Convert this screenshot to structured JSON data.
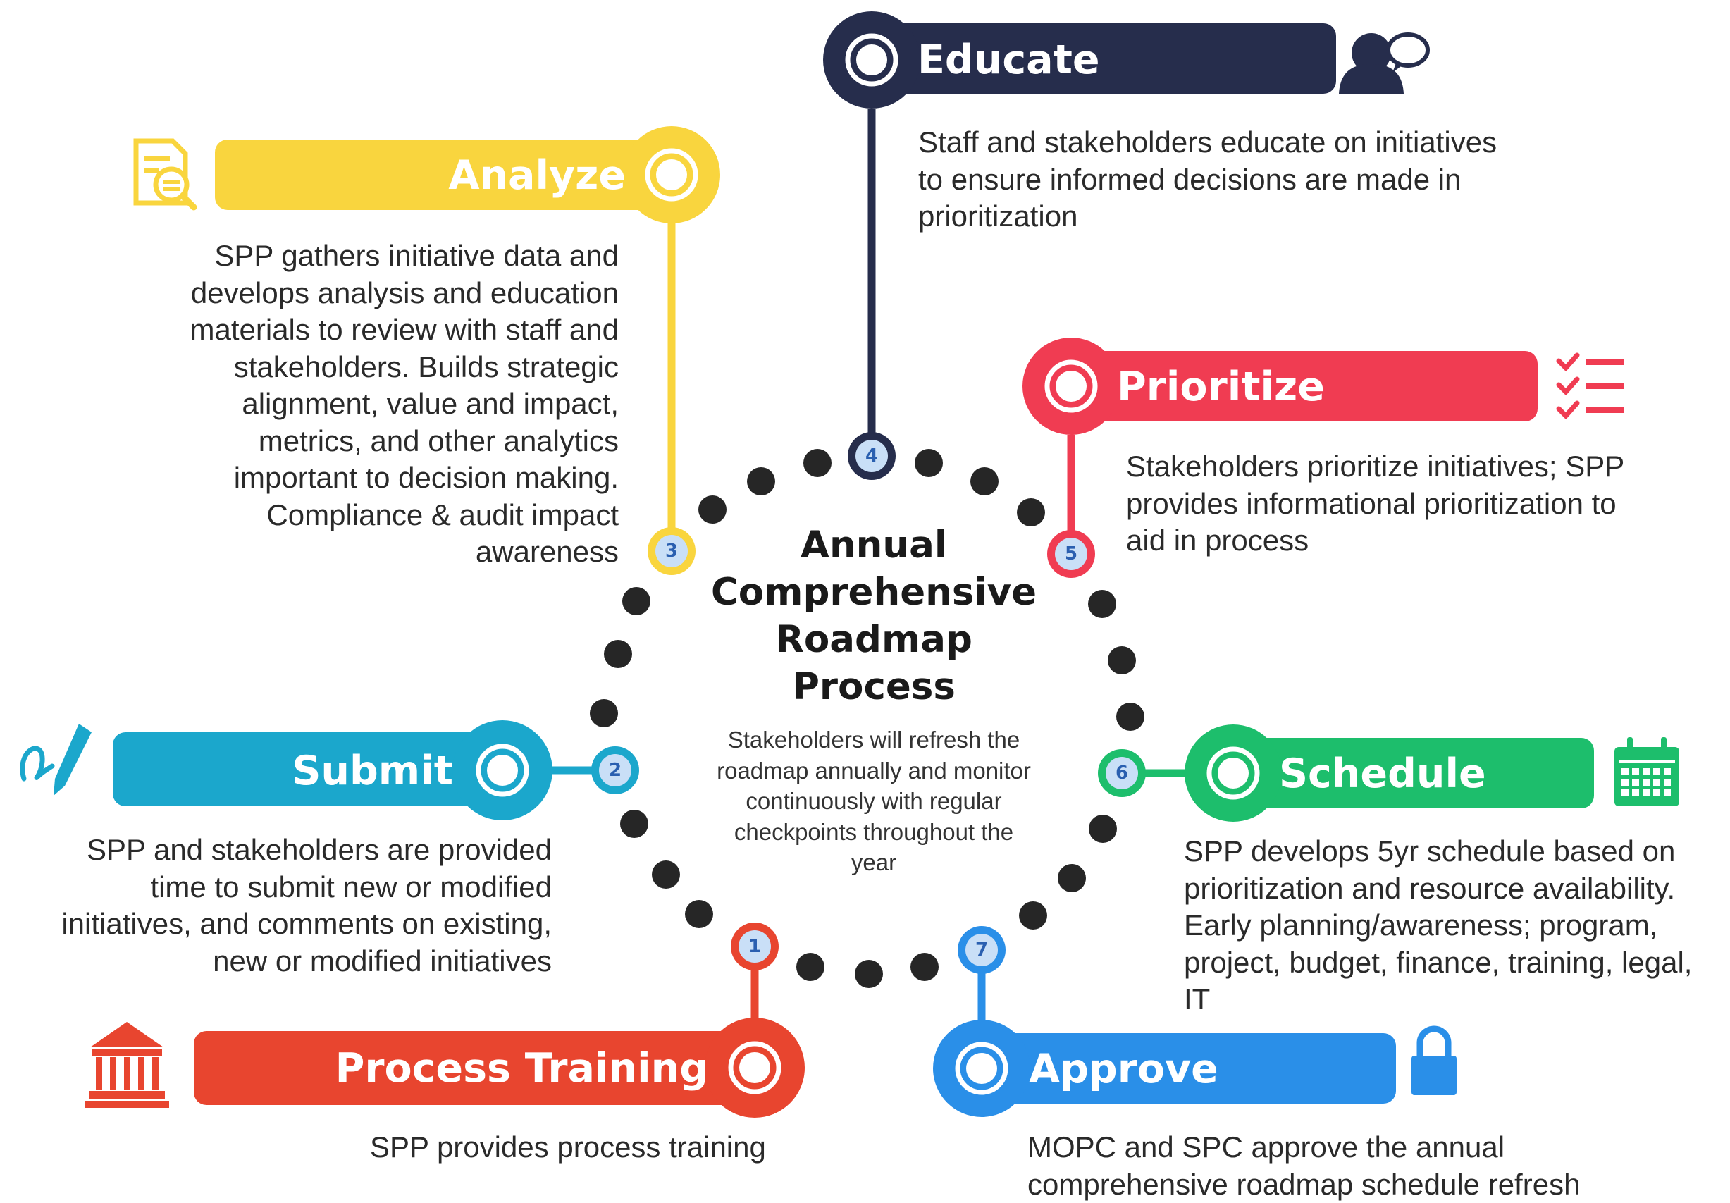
{
  "center": {
    "title_lines": [
      "Annual",
      "Comprehensive",
      "Roadmap",
      "Process"
    ],
    "subtitle_lines": [
      "Stakeholders will refresh the",
      "roadmap annually and monitor",
      "continuously with regular",
      "checkpoints throughout the",
      "year"
    ]
  },
  "steps": [
    {
      "number": "1",
      "title": "Process Training",
      "icon": "bank-icon",
      "color": "#E8452F",
      "description": [
        "SPP provides process training"
      ]
    },
    {
      "number": "2",
      "title": "Submit",
      "icon": "signature-pen-icon",
      "color": "#1BA7CC",
      "description": [
        "SPP and stakeholders are provided",
        "time to submit new or  modified",
        "initiatives, and comments on existing,",
        "new or modified initiatives"
      ]
    },
    {
      "number": "3",
      "title": "Analyze",
      "icon": "document-search-icon",
      "color": "#F9D53E",
      "description": [
        "SPP gathers initiative data and",
        "develops analysis and education",
        "materials to review with staff and",
        "stakeholders. Builds strategic",
        "alignment, value and impact,",
        "metrics, and other analytics",
        "important to decision making.",
        "Compliance & audit impact",
        "awareness"
      ]
    },
    {
      "number": "4",
      "title": "Educate",
      "icon": "user-speech-icon",
      "color": "#262D4C",
      "description": [
        "Staff and stakeholders educate on initiatives",
        "to ensure informed decisions are made in",
        "prioritization"
      ]
    },
    {
      "number": "5",
      "title": "Prioritize",
      "icon": "checklist-icon",
      "color": "#F03C52",
      "description": [
        "Stakeholders prioritize initiatives; SPP",
        "provides informational prioritization to",
        "aid in process"
      ]
    },
    {
      "number": "6",
      "title": "Schedule",
      "icon": "calendar-icon",
      "color": "#1DBE6C",
      "description": [
        "SPP develops 5yr schedule based on",
        "prioritization and resource availability.",
        "Early planning/awareness; program,",
        "project, budget, finance, training, legal,",
        "IT"
      ]
    },
    {
      "number": "7",
      "title": "Approve",
      "icon": "padlock-icon",
      "color": "#2A8FE8",
      "description": [
        "MOPC and SPC approve the annual",
        "comprehensive roadmap schedule refresh"
      ]
    }
  ]
}
